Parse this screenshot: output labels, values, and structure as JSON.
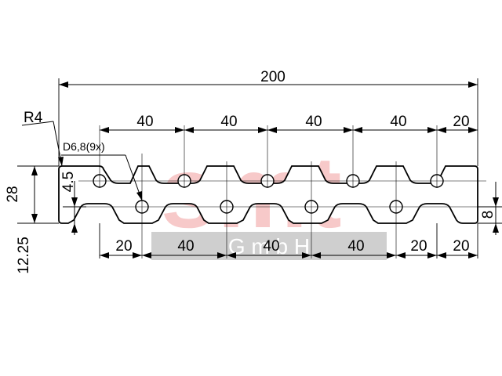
{
  "watermark": {
    "brand": "smt",
    "company": "G m b H",
    "brand_color": "#f7c9c9",
    "bar_color": "#cfcfcf",
    "company_text_color": "#ffffff"
  },
  "dimensions": {
    "overall_length": "200",
    "top_pitch_1": "40",
    "top_pitch_2": "40",
    "top_pitch_3": "40",
    "top_pitch_4": "40",
    "top_end": "20",
    "bottom_start": "20",
    "bottom_pitch_1": "40",
    "bottom_pitch_2": "40",
    "bottom_pitch_3": "40",
    "bottom_end_1": "20",
    "bottom_end_2": "20",
    "height": "28",
    "offset_12_25": "12.25",
    "offset_4_5": "4.5",
    "slot_8": "8",
    "corner_radius": "R4",
    "hole_callout": "D6,8(9x)"
  },
  "colors": {
    "line": "#000000",
    "background": "#ffffff"
  }
}
